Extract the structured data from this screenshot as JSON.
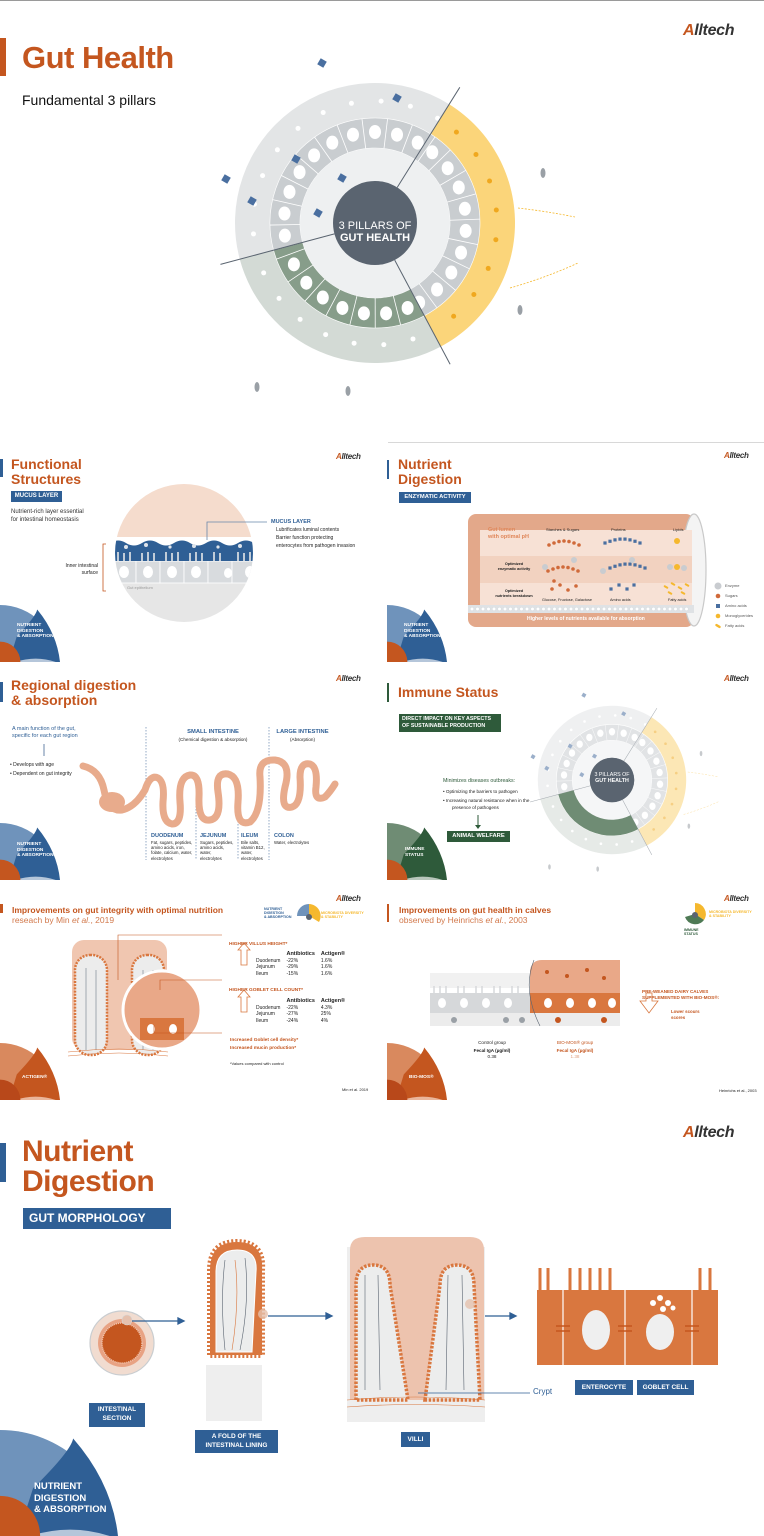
{
  "brand": {
    "logo_text_a": "A",
    "logo_text_rest": "lltech",
    "colors": {
      "orange": "#c4561f",
      "blue": "#2f5f95",
      "green": "#2e5a3a",
      "yellow": "#f5b82e",
      "peach": "#e8ab8c",
      "dark": "#5a6470"
    }
  },
  "gut_health": {
    "title": "Gut Health",
    "subtitle": "Fundamental 3 pillars",
    "center_line1": "3 PILLARS OF",
    "center_line2": "GUT HEALTH"
  },
  "functional": {
    "title_line1": "Functional",
    "title_line2": "Structures",
    "badge": "MUCUS LAYER",
    "description_line1": "Nutrient-rich layer essential",
    "description_line2": "for intestinal homeostasis",
    "callout_title": "MUCUS LAYER",
    "callout_bullets": [
      "Lubrificates luminal contents",
      "Barrier function protecting",
      "enterocytes from pathogen invasion"
    ],
    "inner_label_line1": "Inner intestinal",
    "inner_label_line2": "surface",
    "epithelium_label": "Gut epithelium",
    "corner": [
      "NUTRIENT",
      "DIGESTION",
      "& ABSORPTION"
    ]
  },
  "enzymatic": {
    "title_line1": "Nutrient",
    "title_line2": "Digestion",
    "badge": "ENZYMATIC ACTIVITY",
    "lumen_line1": "Gut lumen",
    "lumen_line2": "with optimal pH",
    "columns": [
      "Starches & Sugars",
      "Proteins",
      "Lipids"
    ],
    "row_labels": [
      [
        "Optimized",
        "enzymatic activity"
      ],
      [
        "Optimized",
        "nutrients breakdown"
      ]
    ],
    "products": [
      "Glucose, Fructose, Galactose",
      "Amino acids",
      "Fatty acids"
    ],
    "footer": "Higher levels of nutrients available for absorption",
    "legend": [
      {
        "label": "Enzyme",
        "color": "#c9ccd0",
        "shape": "circle"
      },
      {
        "label": "Sugars",
        "color": "#d06a3a",
        "shape": "flower"
      },
      {
        "label": "Amino acids",
        "color": "#4a6fa0",
        "shape": "square"
      },
      {
        "label": "Monoglycerides",
        "color": "#f5b82e",
        "shape": "circle"
      },
      {
        "label": "Fatty acids",
        "color": "#f5b82e",
        "shape": "pill"
      }
    ],
    "corner": [
      "NUTRIENT",
      "DIGESTION",
      "& ABSORPTION"
    ]
  },
  "regional": {
    "title_line1": "Regional digestion",
    "title_line2": "& absorption",
    "intro_line1": "A main function of the gut,",
    "intro_line2": "specific for each gut region",
    "bullets": [
      "Develops with age",
      "Dependent on gut integrity"
    ],
    "small_intestine": "SMALL INTESTINE",
    "small_intestine_sub": "(Chemical digestion & absorption)",
    "large_intestine": "LARGE INTESTINE",
    "large_intestine_sub": "(Absorption)",
    "regions": [
      {
        "name": "DUODENUM",
        "lines": [
          "Fat, sugars, peptides,",
          "amino acids, iron,",
          "folate, calcium, water,",
          "electrolytes"
        ]
      },
      {
        "name": "JEJUNUM",
        "lines": [
          "Sugars, peptides,",
          "amino acids,",
          "water,",
          "electrolytes"
        ]
      },
      {
        "name": "ILEUM",
        "lines": [
          "Bile salts,",
          "vitamin B12,",
          "water,",
          "electrolytes"
        ]
      },
      {
        "name": "COLON",
        "lines": [
          "Water, electrolytes"
        ]
      }
    ],
    "corner": [
      "NUTRIENT",
      "DIGESTION",
      "& ABSORPTION"
    ]
  },
  "immune": {
    "title": "Immune Status",
    "badge_line1": "DIRECT IMPACT ON KEY ASPECTS",
    "badge_line2": "OF SUSTAINABLE PRODUCTION",
    "heading": "Minimizes diseases outbreaks:",
    "bullets": [
      "Optimizing the barriers to pathogen",
      "Increasing natural resistance when in the",
      "presence of pathogens"
    ],
    "result_badge": "ANIMAL WELFARE",
    "center_line1": "3 PILLARS OF",
    "center_line2": "GUT HEALTH",
    "corner": [
      "IMMUNE",
      "STATUS"
    ]
  },
  "actigen": {
    "title": "Improvements on gut integrity with optimal nutrition",
    "subtitle_a": "reseach by Min ",
    "subtitle_em": "et al.",
    "subtitle_b": ", 2019",
    "pillar_left": [
      "NUTRIENT",
      "DIGESTION",
      "& ABSORPTION"
    ],
    "pillar_right": [
      "MICROBIOTA DIVERSITY",
      "& STABILITY"
    ],
    "villus": {
      "heading": "HIGHER VILLUS HEIGHT*",
      "columns": [
        "",
        "Antibiotics",
        "Actigen®"
      ],
      "rows": [
        [
          "Duodenum",
          "-22%",
          "1.6%"
        ],
        [
          "Jejunum",
          "-29%",
          "1.6%"
        ],
        [
          "Ileum",
          "-15%",
          "1.6%"
        ]
      ]
    },
    "goblet": {
      "heading": "HIGHER GOBLET CELL COUNT*",
      "columns": [
        "",
        "Antibiotics",
        "Actigen®"
      ],
      "rows": [
        [
          "Duodenum",
          "-22%",
          "4.3%"
        ],
        [
          "Jejunum",
          "-27%",
          "25%"
        ],
        [
          "Ileum",
          "-24%",
          "4%"
        ]
      ]
    },
    "findings": [
      "Increased Goblet cell density*",
      "Increased mucin production*"
    ],
    "footnote": "*Values compared with control",
    "citation": "Min et al. 2019",
    "corner": [
      "ACTIGEN®"
    ]
  },
  "biomos": {
    "title": "Improvements on gut health in calves",
    "subtitle_a": "observed by Heinrichs ",
    "subtitle_em": "et al.",
    "subtitle_b": ", 2003",
    "pillar_right": [
      "MICROBIOTA DIVERSITY",
      "& STABILITY"
    ],
    "pillar_left": [
      "IMMUNE",
      "STATUS"
    ],
    "control_label": "Control group",
    "control_metric": "Fecal IgA (µg/ml)",
    "control_value": "0.38",
    "treated_label": "BIO-MOS® group",
    "treated_metric": "Fecal IgA (µg/ml)",
    "treated_value": "1.38",
    "claim_line1": "PRE-WEANED DAIRY CALVES",
    "claim_line2": "SUPPLEMENTED WITH BIO-MOS®:",
    "result_line1": "Lower scours",
    "result_line2": "scores",
    "citation": "Heinrichs et al., 2003",
    "corner": [
      "BIO-MOS®"
    ]
  },
  "morphology": {
    "title_line1": "Nutrient",
    "title_line2": "Digestion",
    "badge": "GUT MORPHOLOGY",
    "labels": {
      "section_line1": "INTESTINAL",
      "section_line2": "SECTION",
      "fold_line1": "A FOLD OF THE",
      "fold_line2": "INTESTINAL LINING",
      "villi": "VILLI",
      "crypt": "Crypt",
      "enterocyte": "ENTEROCYTE",
      "goblet": "GOBLET CELL"
    },
    "corner": [
      "NUTRIENT",
      "DIGESTION",
      "& ABSORPTION"
    ]
  }
}
